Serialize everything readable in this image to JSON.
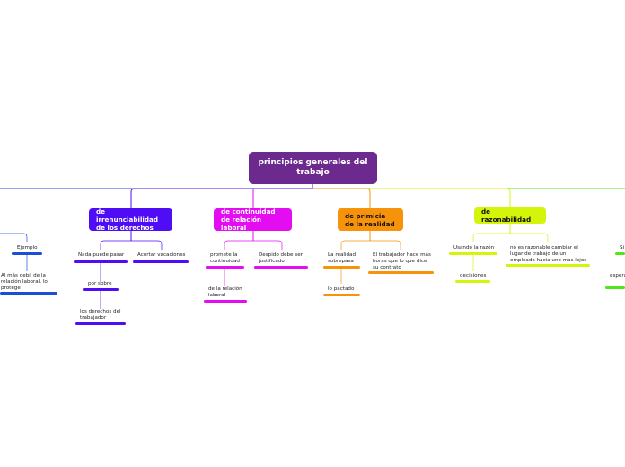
{
  "root": {
    "label": "principios generales del trabajo",
    "color": "#6c2a8f"
  },
  "branches": [
    {
      "label": "de irrenunciabilidad de los derechos",
      "color": "#4f0df5",
      "text_color": "#ffffff",
      "children": [
        {
          "label": "Nada puede pasar",
          "children": [
            {
              "label": "por sobre",
              "children": [
                {
                  "label": "los derechos del trabajador"
                }
              ]
            }
          ]
        },
        {
          "label": "Acortar vacaciones"
        }
      ]
    },
    {
      "label": "de continuidad de relación laboral",
      "color": "#e40df2",
      "text_color": "#ffffff",
      "children": [
        {
          "label": "promete la continuidad",
          "children": [
            {
              "label": "de la relación laboral"
            }
          ]
        },
        {
          "label": "Despido debe ser justificado"
        }
      ]
    },
    {
      "label": "de primicia de la realidad",
      "color": "#f7930a",
      "text_color": "#111111",
      "children": [
        {
          "label": "La realidad sobrepasa",
          "children": [
            {
              "label": "lo pactado"
            }
          ]
        },
        {
          "label": "El trabajador hace más horas que lo que dice su contrato"
        }
      ]
    },
    {
      "label": "de razonabilidad",
      "color": "#d4f50a",
      "text_color": "#111111",
      "children": [
        {
          "label": "Usando la razón",
          "children": [
            {
              "label": "decisiones"
            }
          ]
        },
        {
          "label": "no es razonable cambiar el lugar de trabajo de un empleado hacia uno mas lejos"
        }
      ]
    }
  ],
  "partial_left": {
    "color": "#1a4fd6",
    "items": [
      {
        "label": "Ejemplo"
      },
      {
        "label": "Al más debil de la relación laboral, lo protege"
      }
    ]
  },
  "partial_right": {
    "color": "#4fe61a",
    "items": [
      {
        "label": "Si"
      },
      {
        "label": "espera del otr"
      }
    ]
  }
}
